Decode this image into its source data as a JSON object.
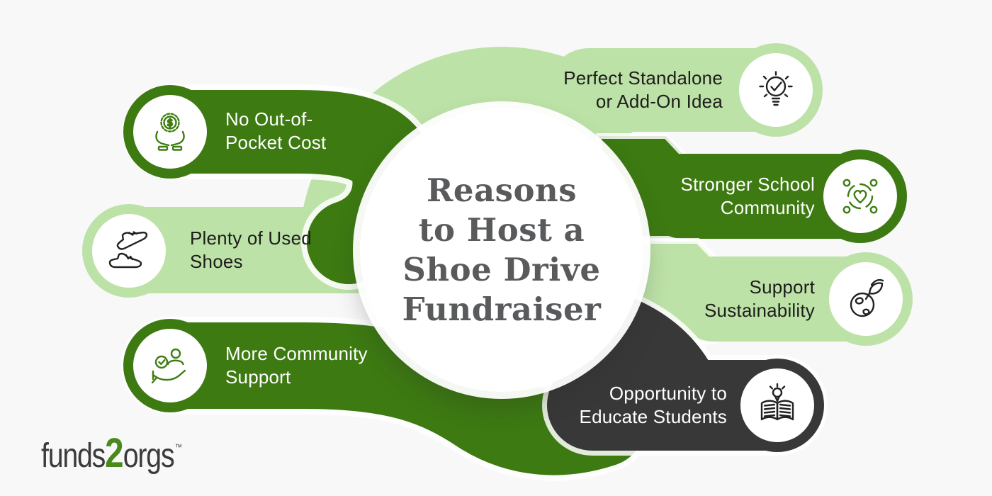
{
  "title": {
    "lines": [
      "Reasons",
      "to Host a",
      "Shoe Drive",
      "Fundraiser"
    ]
  },
  "items": [
    {
      "line1": "No Out-of-",
      "line2": "Pocket Cost",
      "theme": "dark-green",
      "icon": "hands-money-gear"
    },
    {
      "line1": "Plenty of Used",
      "line2": "Shoes",
      "theme": "light-green",
      "icon": "sneakers"
    },
    {
      "line1": "More Community",
      "line2": "Support",
      "theme": "dark-green",
      "icon": "hand-person-check"
    },
    {
      "line1": "Perfect Standalone",
      "line2": "or Add-On Idea",
      "theme": "light-green",
      "icon": "lightbulb-check"
    },
    {
      "line1": "Stronger School",
      "line2": "Community",
      "theme": "dark-green",
      "icon": "people-around-heart"
    },
    {
      "line1": "Support",
      "line2": "Sustainability",
      "theme": "light-green",
      "icon": "globe-leaves"
    },
    {
      "line1": "Opportunity to",
      "line2": "Educate Students",
      "theme": "charcoal",
      "icon": "open-book-lightbulb"
    }
  ],
  "logo": {
    "prefix": "funds",
    "number": "2",
    "suffix": "orgs",
    "trademark": "™"
  },
  "colors": {
    "dark_green": "#3d7a12",
    "light_green": "#bde2a7",
    "charcoal": "#383838",
    "title_text": "#595a5c",
    "background": "#f6f6f7",
    "logo_green": "#4a8a1c"
  }
}
